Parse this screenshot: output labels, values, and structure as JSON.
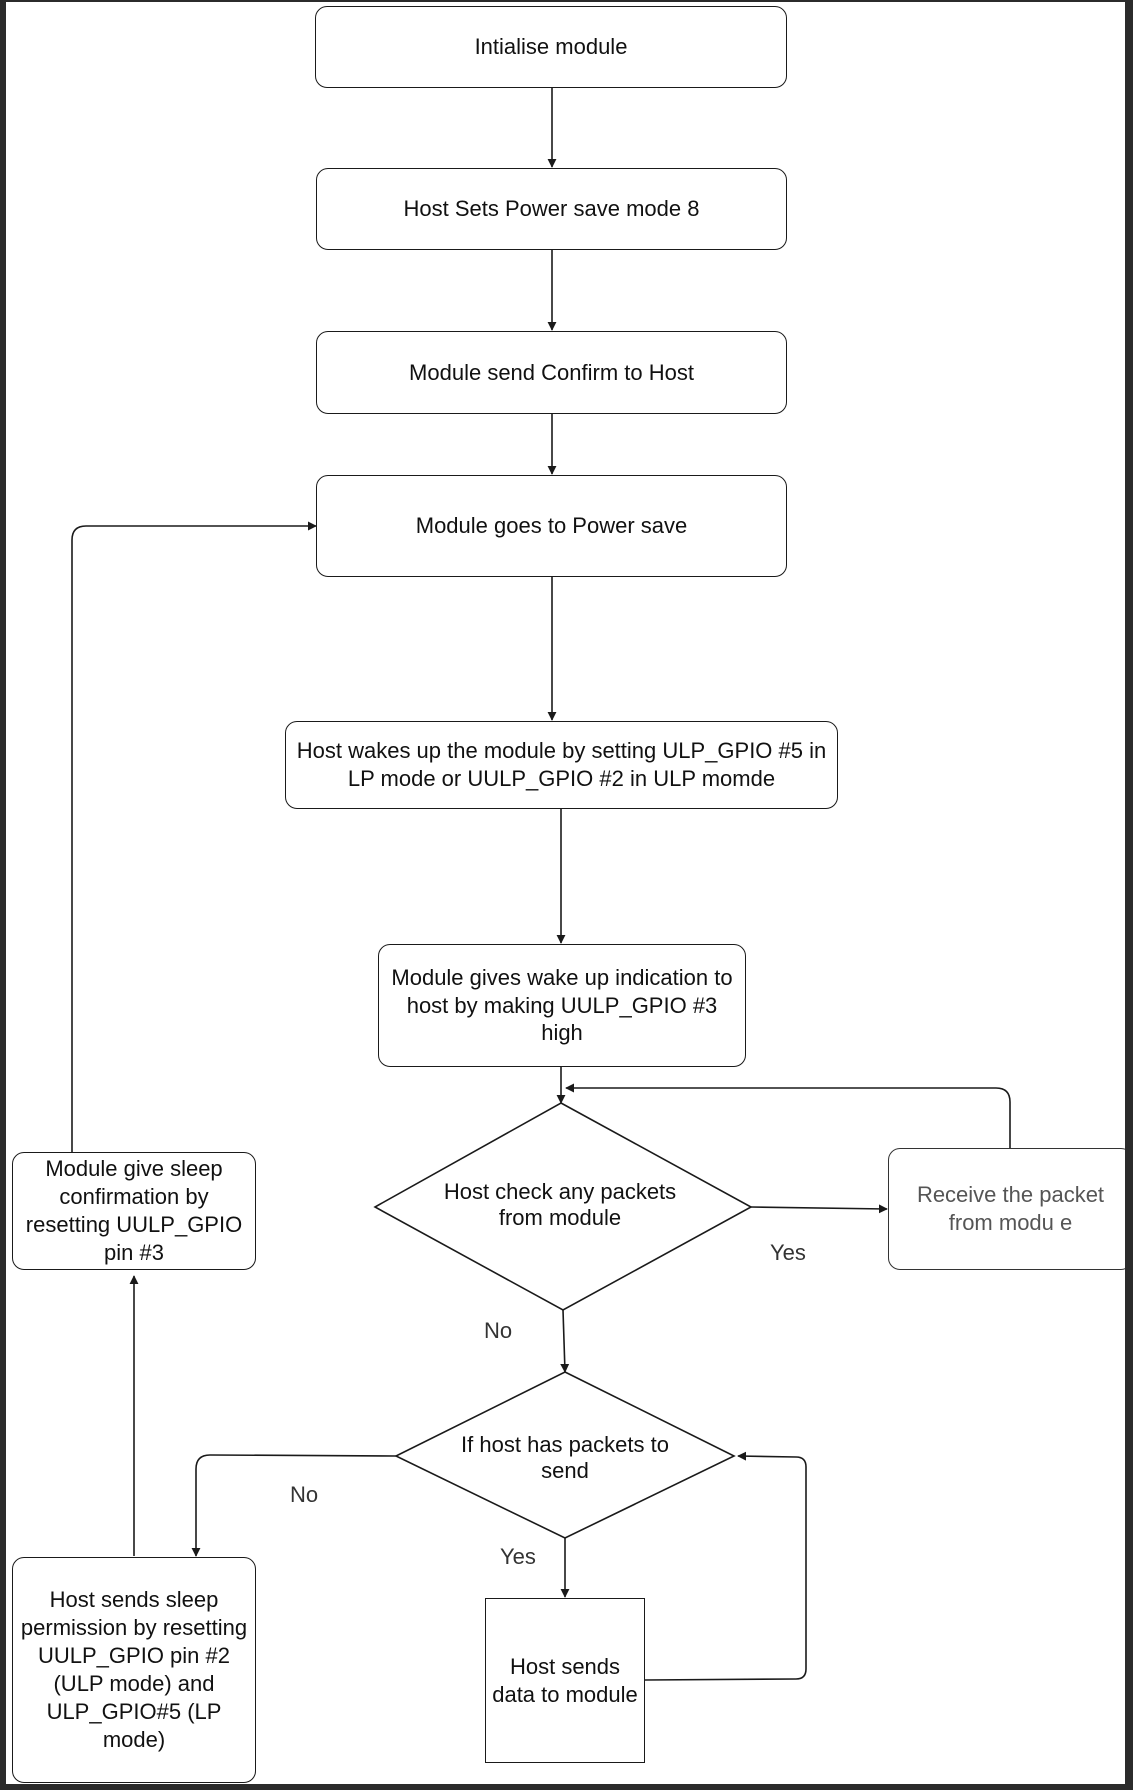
{
  "nodes": {
    "init": "Intialise module",
    "set_mode": "Host Sets Power save mode 8",
    "confirm": "Module send Confirm to Host",
    "power_save": "Module goes to Power save",
    "wake": "Host wakes up the module by setting ULP_GPIO #5 in LP mode or UULP_GPIO #2 in ULP momde",
    "indication": "Module gives wake up indication to host by making UULP_GPIO #3 high",
    "check": "Host check any packets from module",
    "receive": "Receive the packet from modu e",
    "has_packets": "If host has packets to send",
    "send_data": "Host sends data to module",
    "sleep_perm": "Host sends sleep permission by resetting UULP_GPIO pin #2 (ULP mode) and ULP_GPIO#5 (LP mode)",
    "sleep_conf": "Module give sleep confirmation by resetting UULP_GPIO pin #3"
  },
  "edge_labels": {
    "check_yes": "Yes",
    "check_no": "No",
    "send_no": "No",
    "send_yes": "Yes"
  },
  "colors": {
    "stroke": "#1a1a1a",
    "frame": "#2b2b2b",
    "background": "#ffffff"
  }
}
